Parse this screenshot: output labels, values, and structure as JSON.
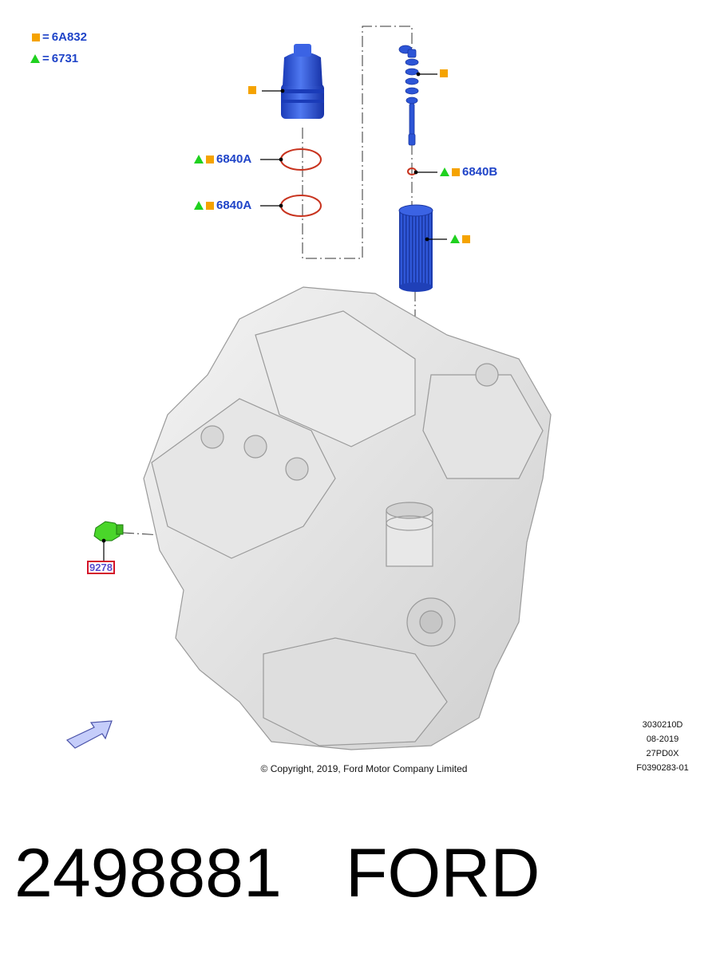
{
  "legend": {
    "square_code": "6A832",
    "triangle_code": "6731",
    "equals": "="
  },
  "callouts": {
    "seal_upper": "6840A",
    "seal_lower": "6840A",
    "seal_small": "6840B",
    "sensor": "9278"
  },
  "metadata": {
    "line1": "3030210D",
    "line2": "08-2019",
    "line3": "27PD0X",
    "line4": "F0390283-01"
  },
  "copyright": "© Copyright, 2019, Ford Motor Company Limited",
  "part_number": "2498881",
  "brand": "FORD",
  "colors": {
    "part_blue": "#2d55d6",
    "label_blue": "#1f44c8",
    "square_orange": "#f5a300",
    "triangle_green": "#1fd11f",
    "seal_red": "#c8331e",
    "sensor_green": "#4ad62a",
    "highlight_red": "#d4142a"
  }
}
